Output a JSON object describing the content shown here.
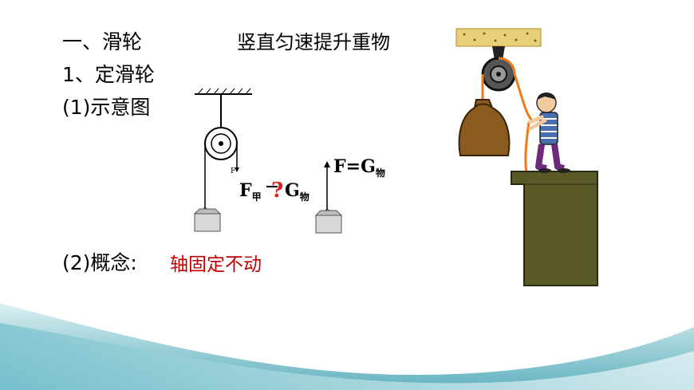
{
  "slide": {
    "heading": "一、滑轮",
    "subtitle": "竖直匀速提升重物",
    "section": "1、定滑轮",
    "item1": "(1)示意图",
    "item2_label": "(2)概念:",
    "item2_value": "轴固定不动"
  },
  "diagram": {
    "f_small": "F",
    "eq1_F": "F",
    "eq1_sub": "甲",
    "eq1_q": "?",
    "eq1_G": "G",
    "eq1_gsub": "物",
    "eq2_F": "F",
    "eq2_eq": "=",
    "eq2_G": "G",
    "eq2_gsub": "物"
  },
  "colors": {
    "accent_red": "#c00000",
    "wave_teal": "#4fa9b8",
    "rope_orange": "#f07a1a",
    "ledge_green": "#5a5a28",
    "sack_brown": "#8b5a1e"
  }
}
